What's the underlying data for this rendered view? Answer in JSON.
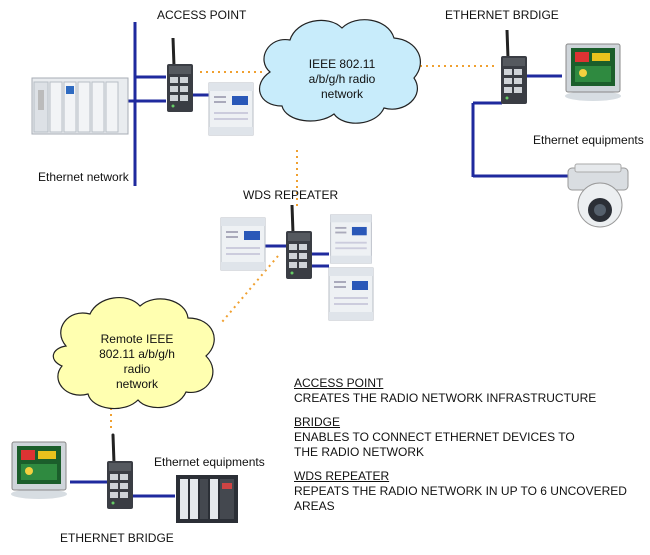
{
  "labels": {
    "access_point": "ACCESS POINT",
    "ethernet_bridge_top": "ETHERNET BRDIGE",
    "ethernet_network": "Ethernet network",
    "ethernet_equipments_right": "Ethernet equipments",
    "wds_repeater": "WDS REPEATER",
    "ethernet_equipments_bottom": "Ethernet equipments",
    "ethernet_bridge_bottom": "ETHERNET BRIDGE"
  },
  "clouds": {
    "main": [
      "IEEE 802.11",
      "a/b/g/h radio",
      "network"
    ],
    "remote": [
      "Remote IEEE",
      "802.11 a/b/g/h",
      "radio",
      "network"
    ]
  },
  "legend": [
    {
      "heading": "ACCESS POINT",
      "lines": [
        "CREATES THE RADIO NETWORK INFRASTRUCTURE"
      ]
    },
    {
      "heading": "BRIDGE",
      "lines": [
        "ENABLES TO CONNECT ETHERNET DEVICES TO",
        "THE RADIO NETWORK"
      ]
    },
    {
      "heading": "WDS REPEATER",
      "lines": [
        "REPEATS THE RADIO NETWORK IN UP TO 6 UNCOVERED",
        "AREAS"
      ]
    }
  ],
  "colors": {
    "wire": "#1f2a9e",
    "radio_link": "#f0a030",
    "cloud_fill": "#c8ecfb",
    "cloud_stroke": "#222222",
    "remote_cloud_fill": "#ffffb0"
  },
  "icons": {
    "access_point_device": "wireless-switch-icon",
    "plc_rack": "plc-rack-icon",
    "plc_module": "plc-module-icon",
    "hmi_panel": "touch-panel-icon",
    "camera": "dome-camera-icon"
  }
}
